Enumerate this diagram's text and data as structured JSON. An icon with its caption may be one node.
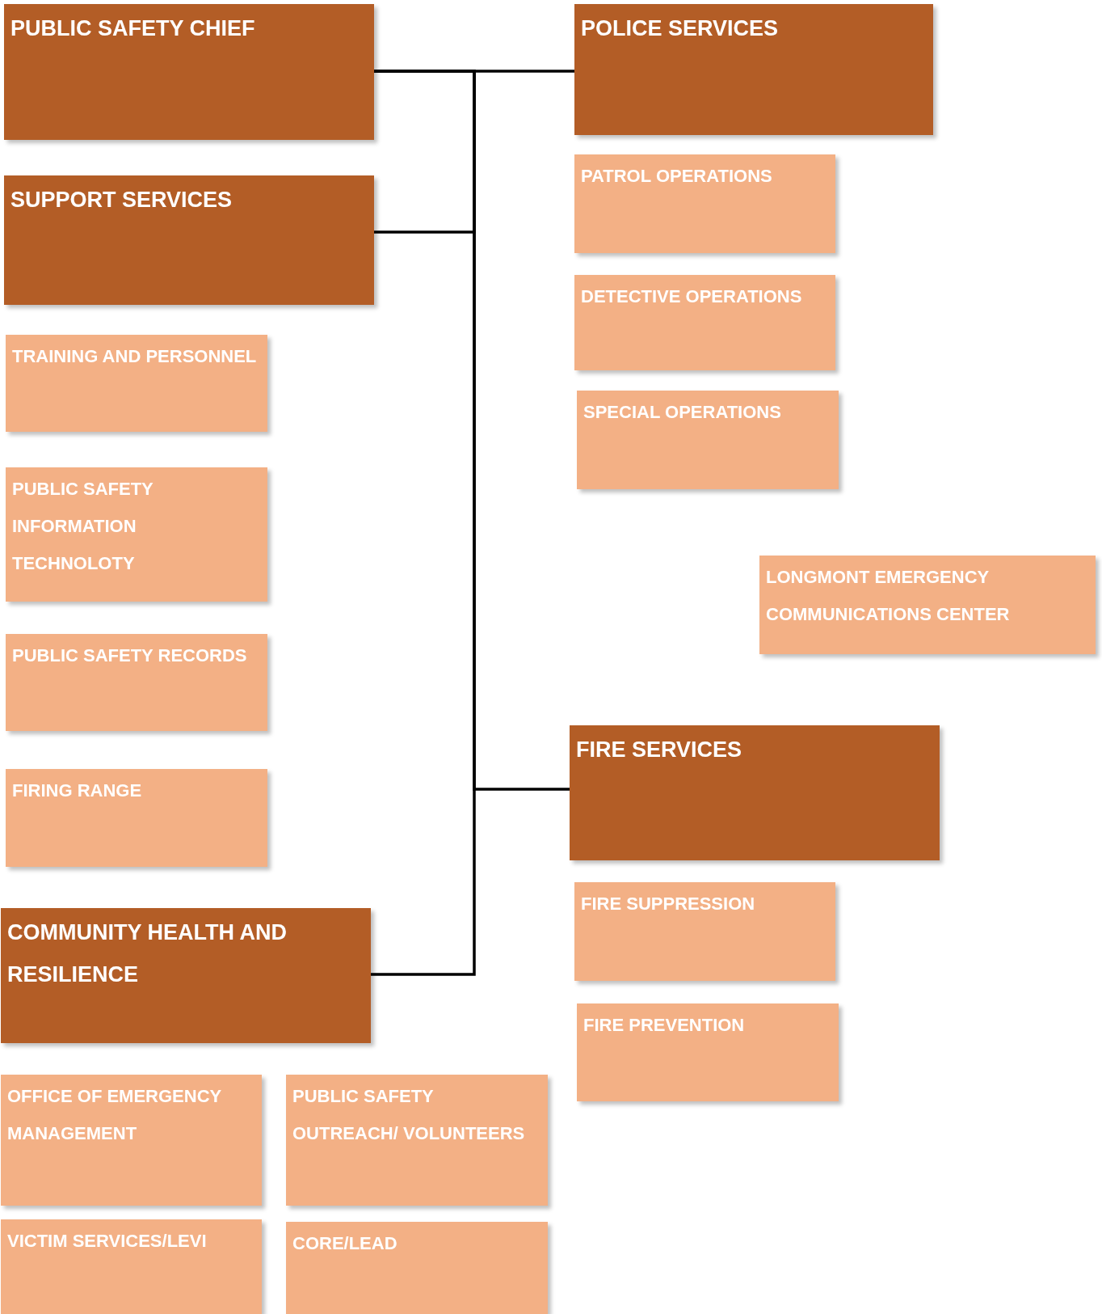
{
  "diagram": {
    "nodes": [
      {
        "text": [
          "PUBLIC SAFETY CHIEF"
        ]
      },
      {
        "text": [
          "POLICE SERVICES"
        ]
      },
      {
        "text": [
          "PATROL OPERATIONS"
        ]
      },
      {
        "text": [
          "SUPPORT SERVICES"
        ]
      },
      {
        "text": [
          "DETECTIVE OPERATIONS"
        ]
      },
      {
        "text": [
          "TRAINING AND PERSONNEL"
        ]
      },
      {
        "text": [
          "SPECIAL OPERATIONS"
        ]
      },
      {
        "text": [
          "PUBLIC SAFETY INFORMATION TECHNOLOTY"
        ]
      },
      {
        "text": [
          "LONGMONT EMERGENCY COMMUNICATIONS CENTER"
        ]
      },
      {
        "text": [
          "PUBLIC SAFETY RECORDS"
        ]
      },
      {
        "text": [
          "FIRE SERVICES"
        ]
      },
      {
        "text": [
          "FIRING RANGE"
        ]
      },
      {
        "text": [
          "COMMUNITY HEALTH AND RESILIENCE"
        ]
      },
      {
        "text": [
          "FIRE SUPPRESSION"
        ]
      },
      {
        "text": [
          "FIRE PREVENTION"
        ]
      },
      {
        "text": [
          "OFFICE OF EMERGENCY MANAGEMENT"
        ]
      },
      {
        "text": [
          "PUBLIC SAFETY OUTREACH/ VOLUNTEERS"
        ]
      },
      {
        "text": [
          "VICTIM SERVICES/LEVI"
        ]
      },
      {
        "text": [
          "CORE/LEAD"
        ]
      }
    ],
    "edges": [
      {
        "from": 0,
        "to": 1,
        "arrow": "none"
      },
      {
        "from": 0,
        "to": 3,
        "arrow": "none"
      },
      {
        "from": 0,
        "to": 10,
        "arrow": "none"
      },
      {
        "from": 0,
        "to": 12,
        "arrow": "none"
      }
    ]
  }
}
